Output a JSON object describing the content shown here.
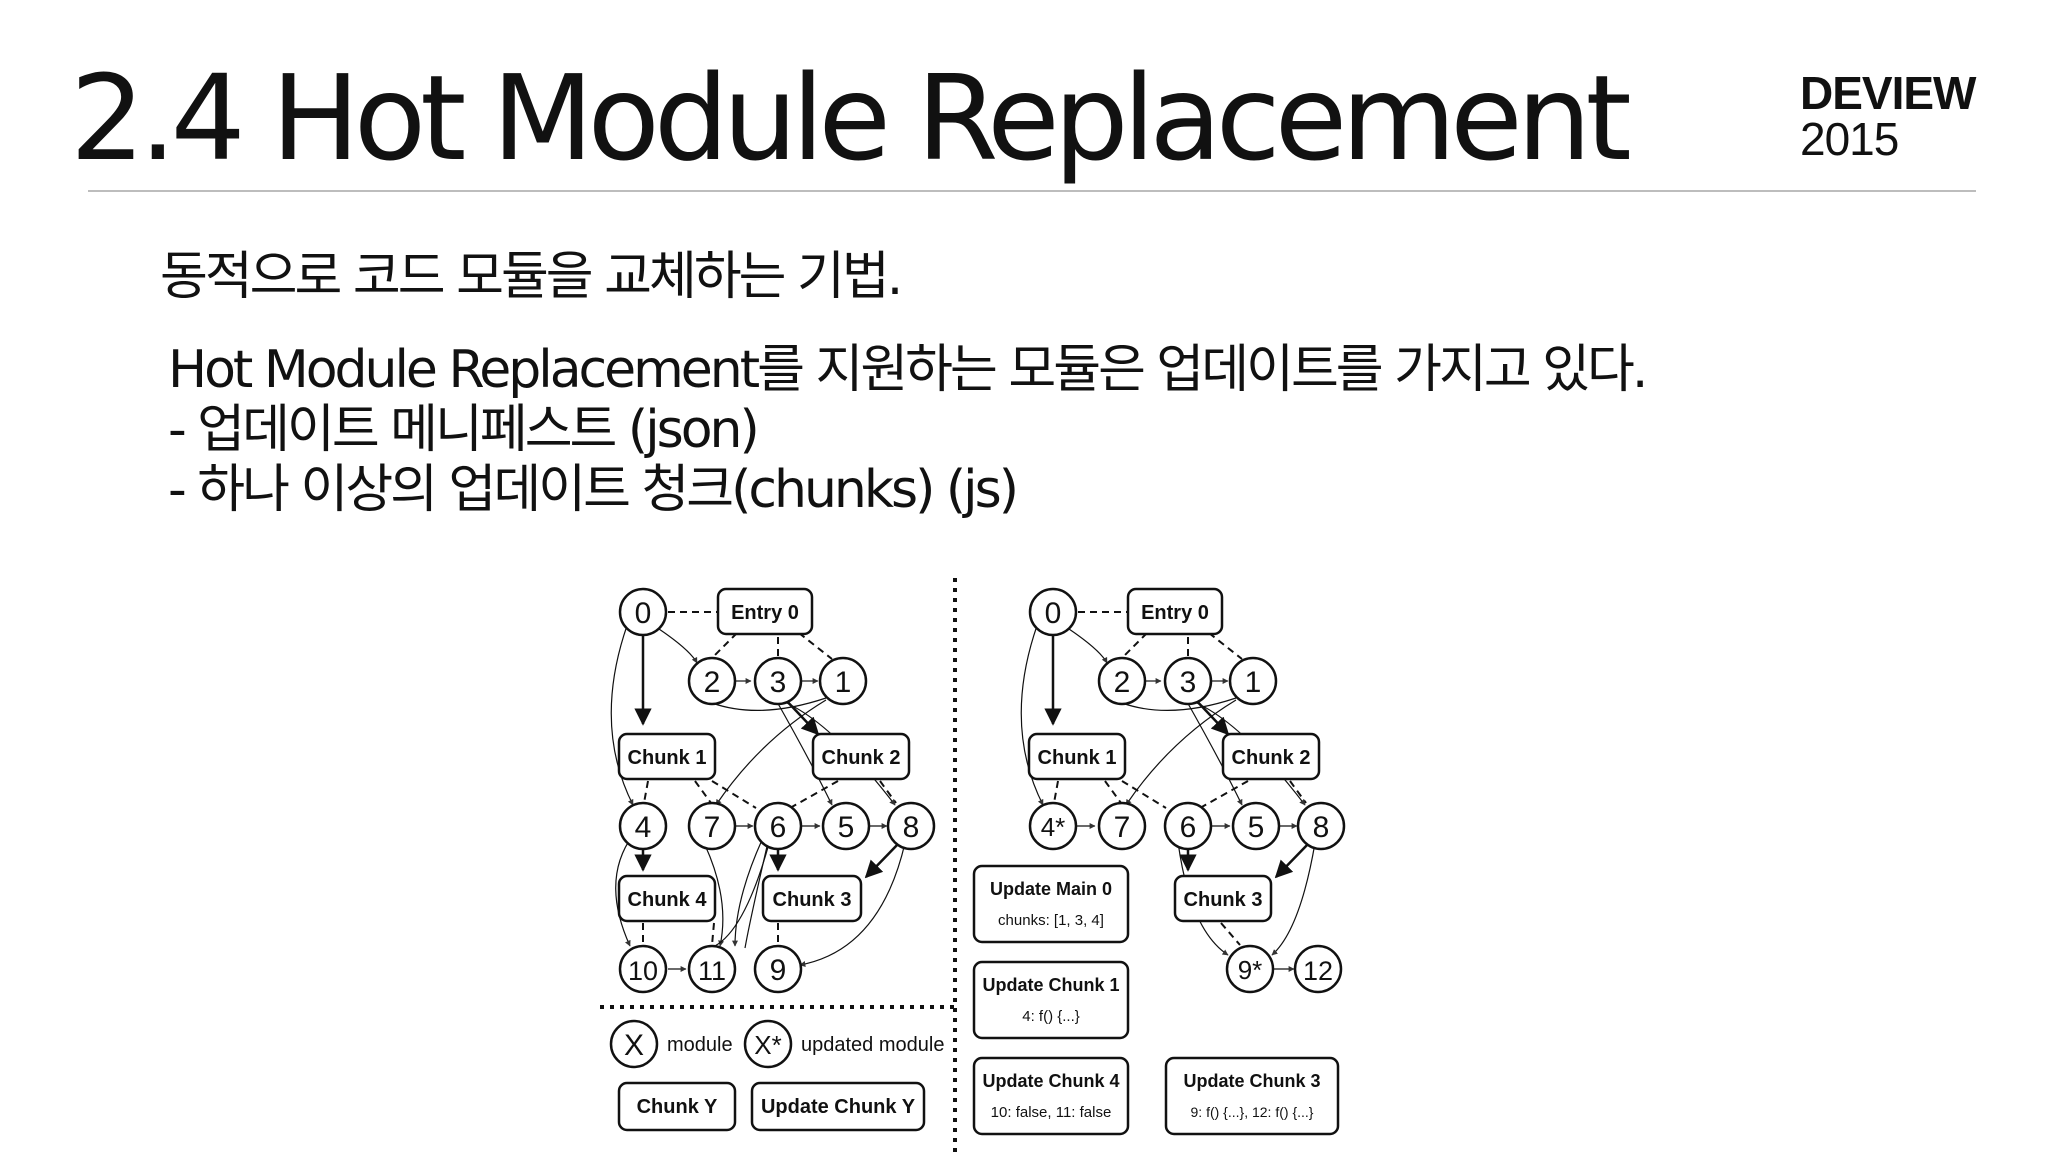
{
  "slide": {
    "title": "2.4 Hot Module Replacement",
    "brand": {
      "name": "DEVIEW",
      "year": "2015"
    },
    "intro": "동적으로 코드 모듈을 교체하는 기법.",
    "lines": [
      "Hot Module Replacement를 지원하는 모듈은 업데이트를 가지고 있다.",
      "- 업데이트 메니페스트 (json)",
      "- 하나 이상의 업데이트 청크(chunks) (js)"
    ]
  },
  "diagram": {
    "left": {
      "entry": "Entry 0",
      "modules": [
        "0",
        "2",
        "3",
        "1",
        "4",
        "7",
        "6",
        "5",
        "8",
        "10",
        "11",
        "9"
      ],
      "chunks": [
        "Chunk 1",
        "Chunk 2",
        "Chunk 4",
        "Chunk 3"
      ]
    },
    "right": {
      "entry": "Entry 0",
      "modules": [
        "0",
        "2",
        "3",
        "1",
        "4*",
        "7",
        "6",
        "5",
        "8",
        "9*",
        "12"
      ],
      "chunks": [
        "Chunk 1",
        "Chunk 2",
        "Chunk 3"
      ],
      "updates": [
        {
          "title": "Update Main 0",
          "detail": "chunks: [1, 3, 4]"
        },
        {
          "title": "Update Chunk 1",
          "detail": "4: f() {...}"
        },
        {
          "title": "Update Chunk 4",
          "detail": "10: false, 11: false"
        },
        {
          "title": "Update Chunk 3",
          "detail": "9: f() {...}, 12: f() {...}"
        }
      ]
    },
    "legend": {
      "module_symbol": "X",
      "module_label": "module",
      "updated_symbol": "X*",
      "updated_label": "updated module",
      "chunk_box": "Chunk Y",
      "update_chunk_box": "Update Chunk Y"
    }
  }
}
